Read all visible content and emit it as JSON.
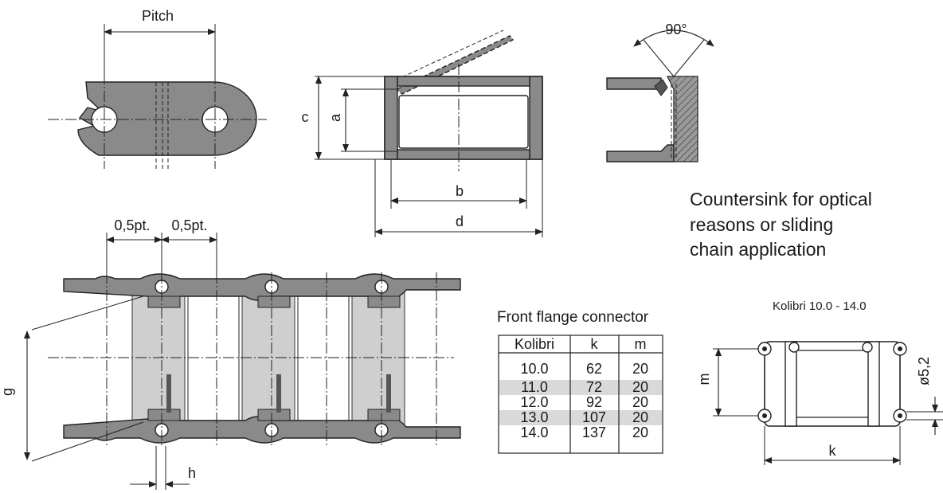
{
  "labels": {
    "pitch": "Pitch",
    "half_pitch_left": "0,5pt.",
    "half_pitch_right": "0,5pt.",
    "dim_a": "a",
    "dim_b": "b",
    "dim_c": "c",
    "dim_d": "d",
    "dim_g": "g",
    "dim_h": "h",
    "angle": "90°",
    "dim_m": "m",
    "dim_k": "k",
    "diameter": "ø5,2"
  },
  "countersink_note": [
    "Countersink for optical",
    "reasons or sliding",
    "chain application"
  ],
  "flange_title": "Front flange connector",
  "flange_table": {
    "headers": [
      "Kolibri",
      "k",
      "m"
    ],
    "rows": [
      [
        "10.0",
        "62",
        "20"
      ],
      [
        "11.0",
        "72",
        "20"
      ],
      [
        "12.0",
        "92",
        "20"
      ],
      [
        "13.0",
        "107",
        "20"
      ],
      [
        "14.0",
        "137",
        "20"
      ]
    ],
    "shaded_rows": [
      1,
      3
    ],
    "shade_color": "#d9d9d9"
  },
  "connector_title": "Kolibri 10.0 - 14.0"
}
